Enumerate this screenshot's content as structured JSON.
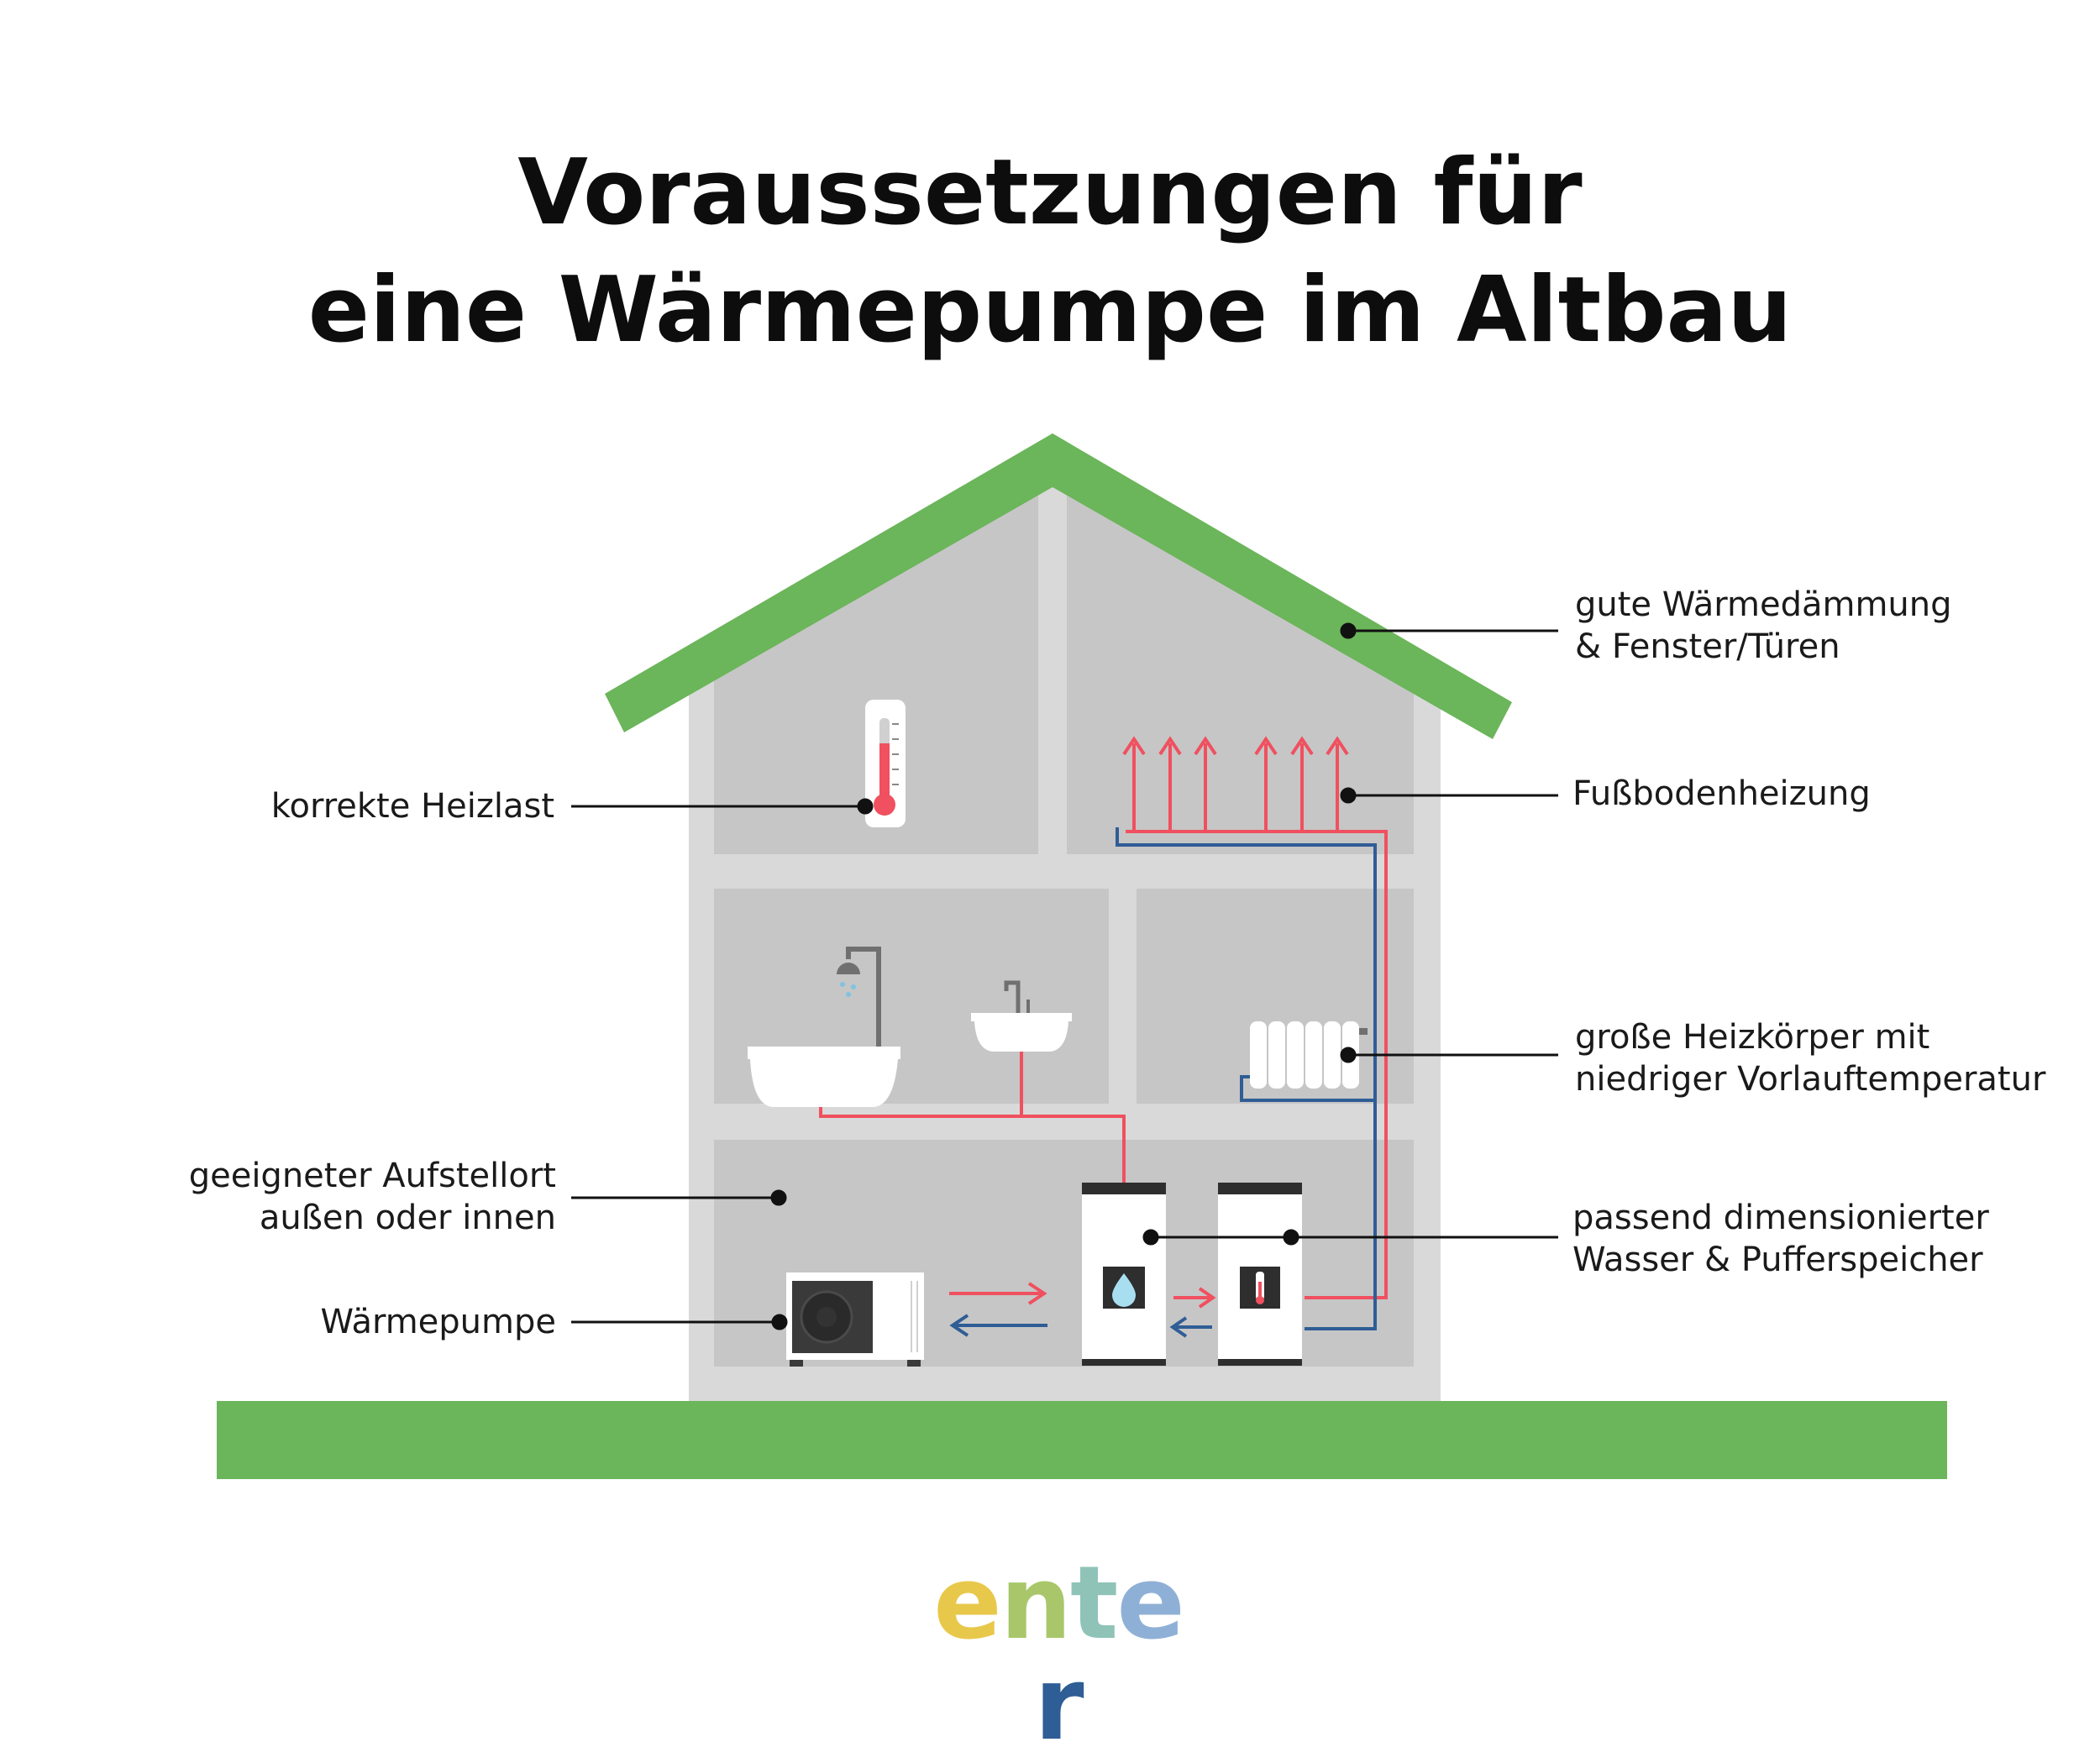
{
  "title": {
    "line1": "Voraussetzungen für",
    "line2": "eine Wärmepumpe im Altbau"
  },
  "labels": {
    "insulation": [
      "gute Wärmedämmung",
      "& Fenster/Türen"
    ],
    "underfloor": "Fußbodenheizung",
    "heatload": "korrekte Heizlast",
    "radiators": [
      "große Heizkörper mit",
      "niedriger Vorlauftemperatur"
    ],
    "location": [
      "geeigneter Aufstellort",
      "außen oder innen"
    ],
    "storage": [
      "passend dimensionierter",
      "Wasser & Pufferspeicher"
    ],
    "heatpump": "Wärmepumpe"
  },
  "logo": {
    "text": "enter",
    "letters": [
      "e",
      "n",
      "t",
      "e",
      "r"
    ],
    "colors": [
      "#e8c84a",
      "#a9c76a",
      "#8fc3b8",
      "#8fb0d6",
      "#2f5d95"
    ]
  },
  "colors": {
    "roof": "#6bb55a",
    "ground": "#6bb55a",
    "wall": "#d9d9d9",
    "room": "#c6c6c6",
    "hot_pipe": "#f0505f",
    "cold_pipe": "#2f5d95"
  },
  "icons": [
    "thermometer-icon",
    "shower-icon",
    "bathtub-icon",
    "sink-icon",
    "radiator-icon",
    "heat-pump-icon",
    "water-tank-icon",
    "buffer-tank-icon",
    "water-drop-icon"
  ]
}
